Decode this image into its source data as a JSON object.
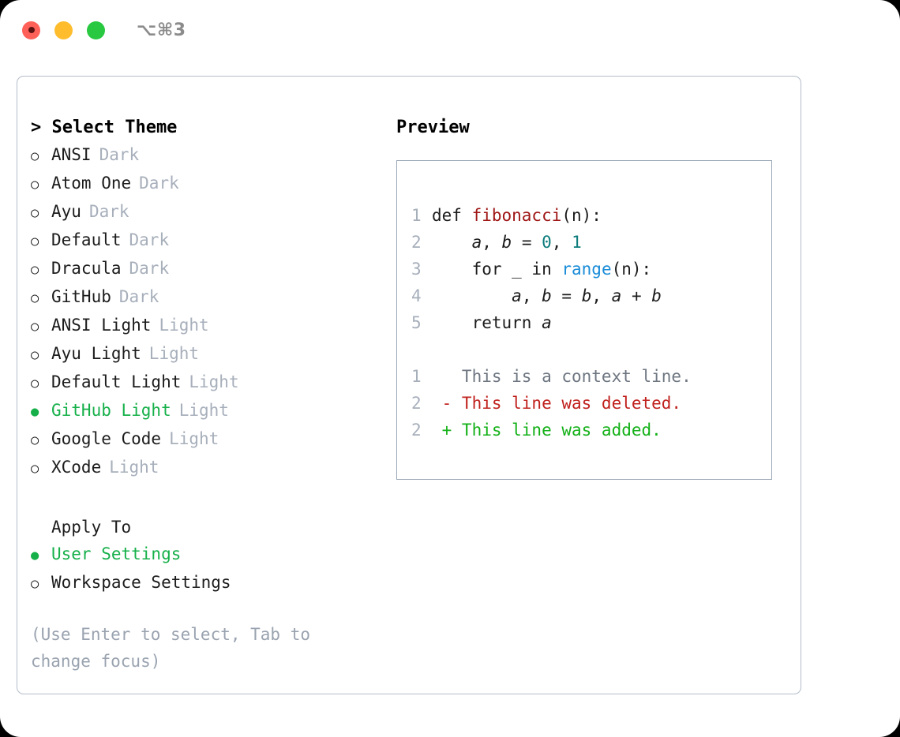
{
  "titlebar": {
    "shortcut": "⌥⌘3",
    "lights": [
      "close",
      "minimize",
      "maximize"
    ]
  },
  "theme_picker": {
    "heading": "> Select Theme",
    "items": [
      {
        "label": "ANSI",
        "suffix": "Dark",
        "selected": false
      },
      {
        "label": "Atom One",
        "suffix": "Dark",
        "selected": false
      },
      {
        "label": "Ayu",
        "suffix": "Dark",
        "selected": false
      },
      {
        "label": "Default",
        "suffix": "Dark",
        "selected": false
      },
      {
        "label": "Dracula",
        "suffix": "Dark",
        "selected": false
      },
      {
        "label": "GitHub",
        "suffix": "Dark",
        "selected": false
      },
      {
        "label": "ANSI Light",
        "suffix": "Light",
        "selected": false
      },
      {
        "label": "Ayu Light",
        "suffix": "Light",
        "selected": false
      },
      {
        "label": "Default Light",
        "suffix": "Light",
        "selected": false
      },
      {
        "label": "GitHub Light",
        "suffix": "Light",
        "selected": true
      },
      {
        "label": "Google Code",
        "suffix": "Light",
        "selected": false
      },
      {
        "label": "XCode",
        "suffix": "Light",
        "selected": false
      }
    ],
    "marker_selected": "●",
    "marker_unselected": "○"
  },
  "apply_to": {
    "title": "Apply To",
    "items": [
      {
        "label": "User Settings",
        "selected": true
      },
      {
        "label": "Workspace Settings",
        "selected": false
      }
    ]
  },
  "hint": "(Use Enter to select, Tab to change focus)",
  "preview": {
    "title": "Preview",
    "code_lines": [
      {
        "n": "1",
        "tokens": [
          {
            "t": "def ",
            "c": "kw"
          },
          {
            "t": "fibonacci",
            "c": "fn"
          },
          {
            "t": "(n):",
            "c": "kw"
          }
        ]
      },
      {
        "n": "2",
        "tokens": [
          {
            "t": "    ",
            "c": "kw"
          },
          {
            "t": "a",
            "c": "var"
          },
          {
            "t": ", ",
            "c": "kw"
          },
          {
            "t": "b",
            "c": "var"
          },
          {
            "t": " = ",
            "c": "kw"
          },
          {
            "t": "0",
            "c": "num"
          },
          {
            "t": ", ",
            "c": "kw"
          },
          {
            "t": "1",
            "c": "num"
          }
        ]
      },
      {
        "n": "3",
        "tokens": [
          {
            "t": "    for _ in ",
            "c": "kw"
          },
          {
            "t": "range",
            "c": "bi"
          },
          {
            "t": "(n):",
            "c": "kw"
          }
        ]
      },
      {
        "n": "4",
        "tokens": [
          {
            "t": "        ",
            "c": "kw"
          },
          {
            "t": "a",
            "c": "var"
          },
          {
            "t": ", ",
            "c": "kw"
          },
          {
            "t": "b",
            "c": "var"
          },
          {
            "t": " = ",
            "c": "kw"
          },
          {
            "t": "b",
            "c": "var"
          },
          {
            "t": ", ",
            "c": "kw"
          },
          {
            "t": "a",
            "c": "var"
          },
          {
            "t": " + ",
            "c": "kw"
          },
          {
            "t": "b",
            "c": "var"
          }
        ]
      },
      {
        "n": "5",
        "tokens": [
          {
            "t": "    return ",
            "c": "kw"
          },
          {
            "t": "a",
            "c": "var"
          }
        ]
      }
    ],
    "diff_lines": [
      {
        "n": "1",
        "marker": " ",
        "text": " This is a context line.",
        "kind": "ctx"
      },
      {
        "n": "2",
        "marker": "-",
        "text": " This line was deleted.",
        "kind": "del"
      },
      {
        "n": "2",
        "marker": "+",
        "text": " This line was added.",
        "kind": "add"
      }
    ]
  },
  "colors": {
    "accent_green": "#16b04a",
    "muted": "#a7afbb",
    "border": "#b3bcc9",
    "diff_add": "#12b016",
    "diff_del": "#c0211d",
    "fn": "#9f1515",
    "builtin": "#1a8cd8",
    "number": "#0d7c7c"
  }
}
